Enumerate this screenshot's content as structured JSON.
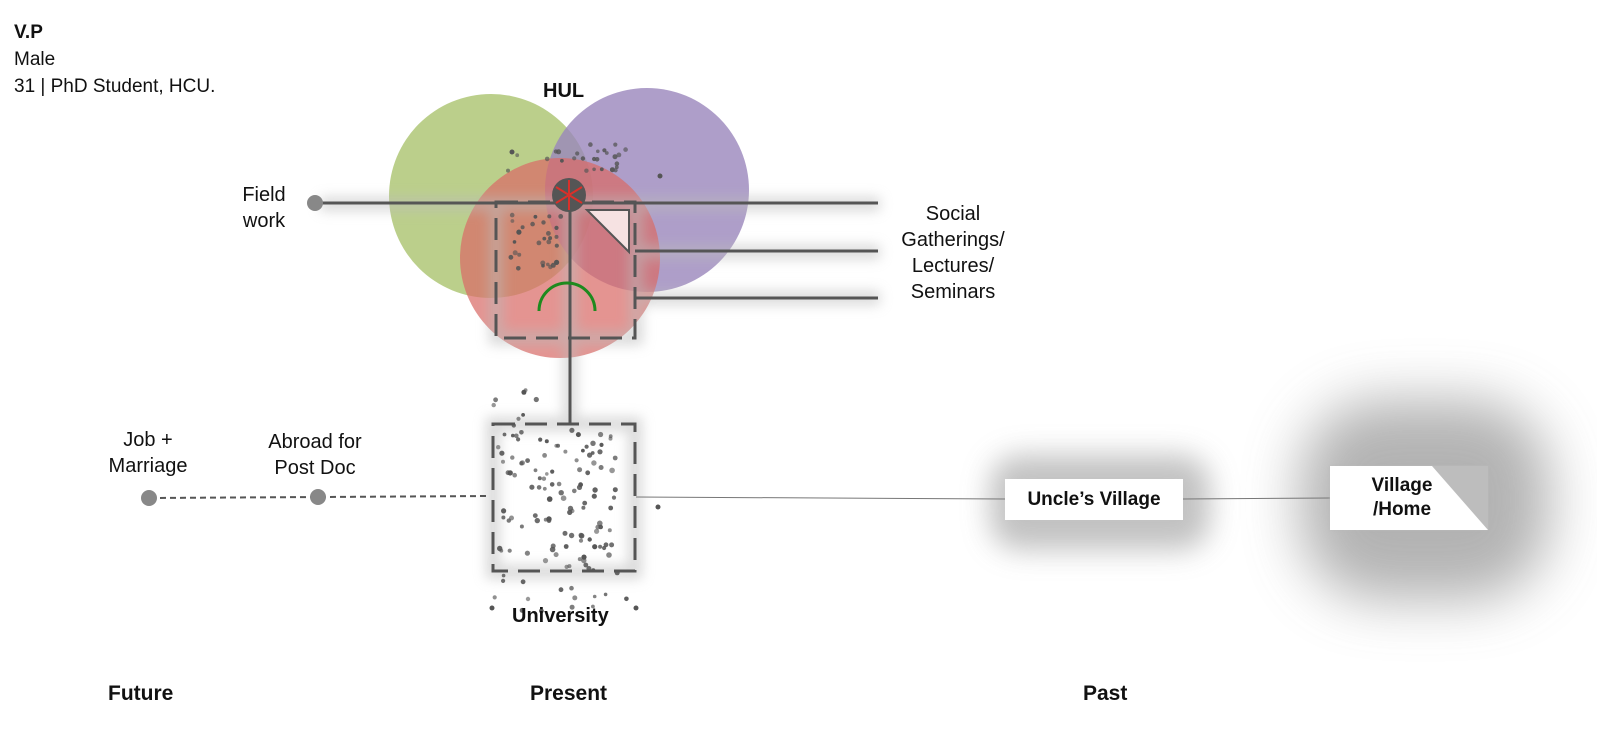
{
  "person": {
    "initials": "V.P",
    "gender": "Male",
    "details": "31 | PhD Student, HCU."
  },
  "places": {
    "hul": "HUL",
    "university": "University",
    "uncles_village": "Uncle’s Village",
    "village_home_line1": "Village",
    "village_home_line2": "/Home"
  },
  "activities": {
    "field_work_line1": "Field",
    "field_work_line2": "work",
    "social_line1": "Social",
    "social_line2": "Gatherings/",
    "social_line3": "Lectures/",
    "social_line4": "Seminars",
    "job_line1": "Job +",
    "job_line2": "Marriage",
    "abroad_line1": "Abroad for",
    "abroad_line2": "Post Doc"
  },
  "timeline": {
    "future": "Future",
    "present": "Present",
    "past": "Past"
  },
  "colors": {
    "green": "#a8c26a",
    "purple": "#9a86bb",
    "red": "#d96b66",
    "line": "#555555",
    "arc": "#1e8a1e"
  }
}
